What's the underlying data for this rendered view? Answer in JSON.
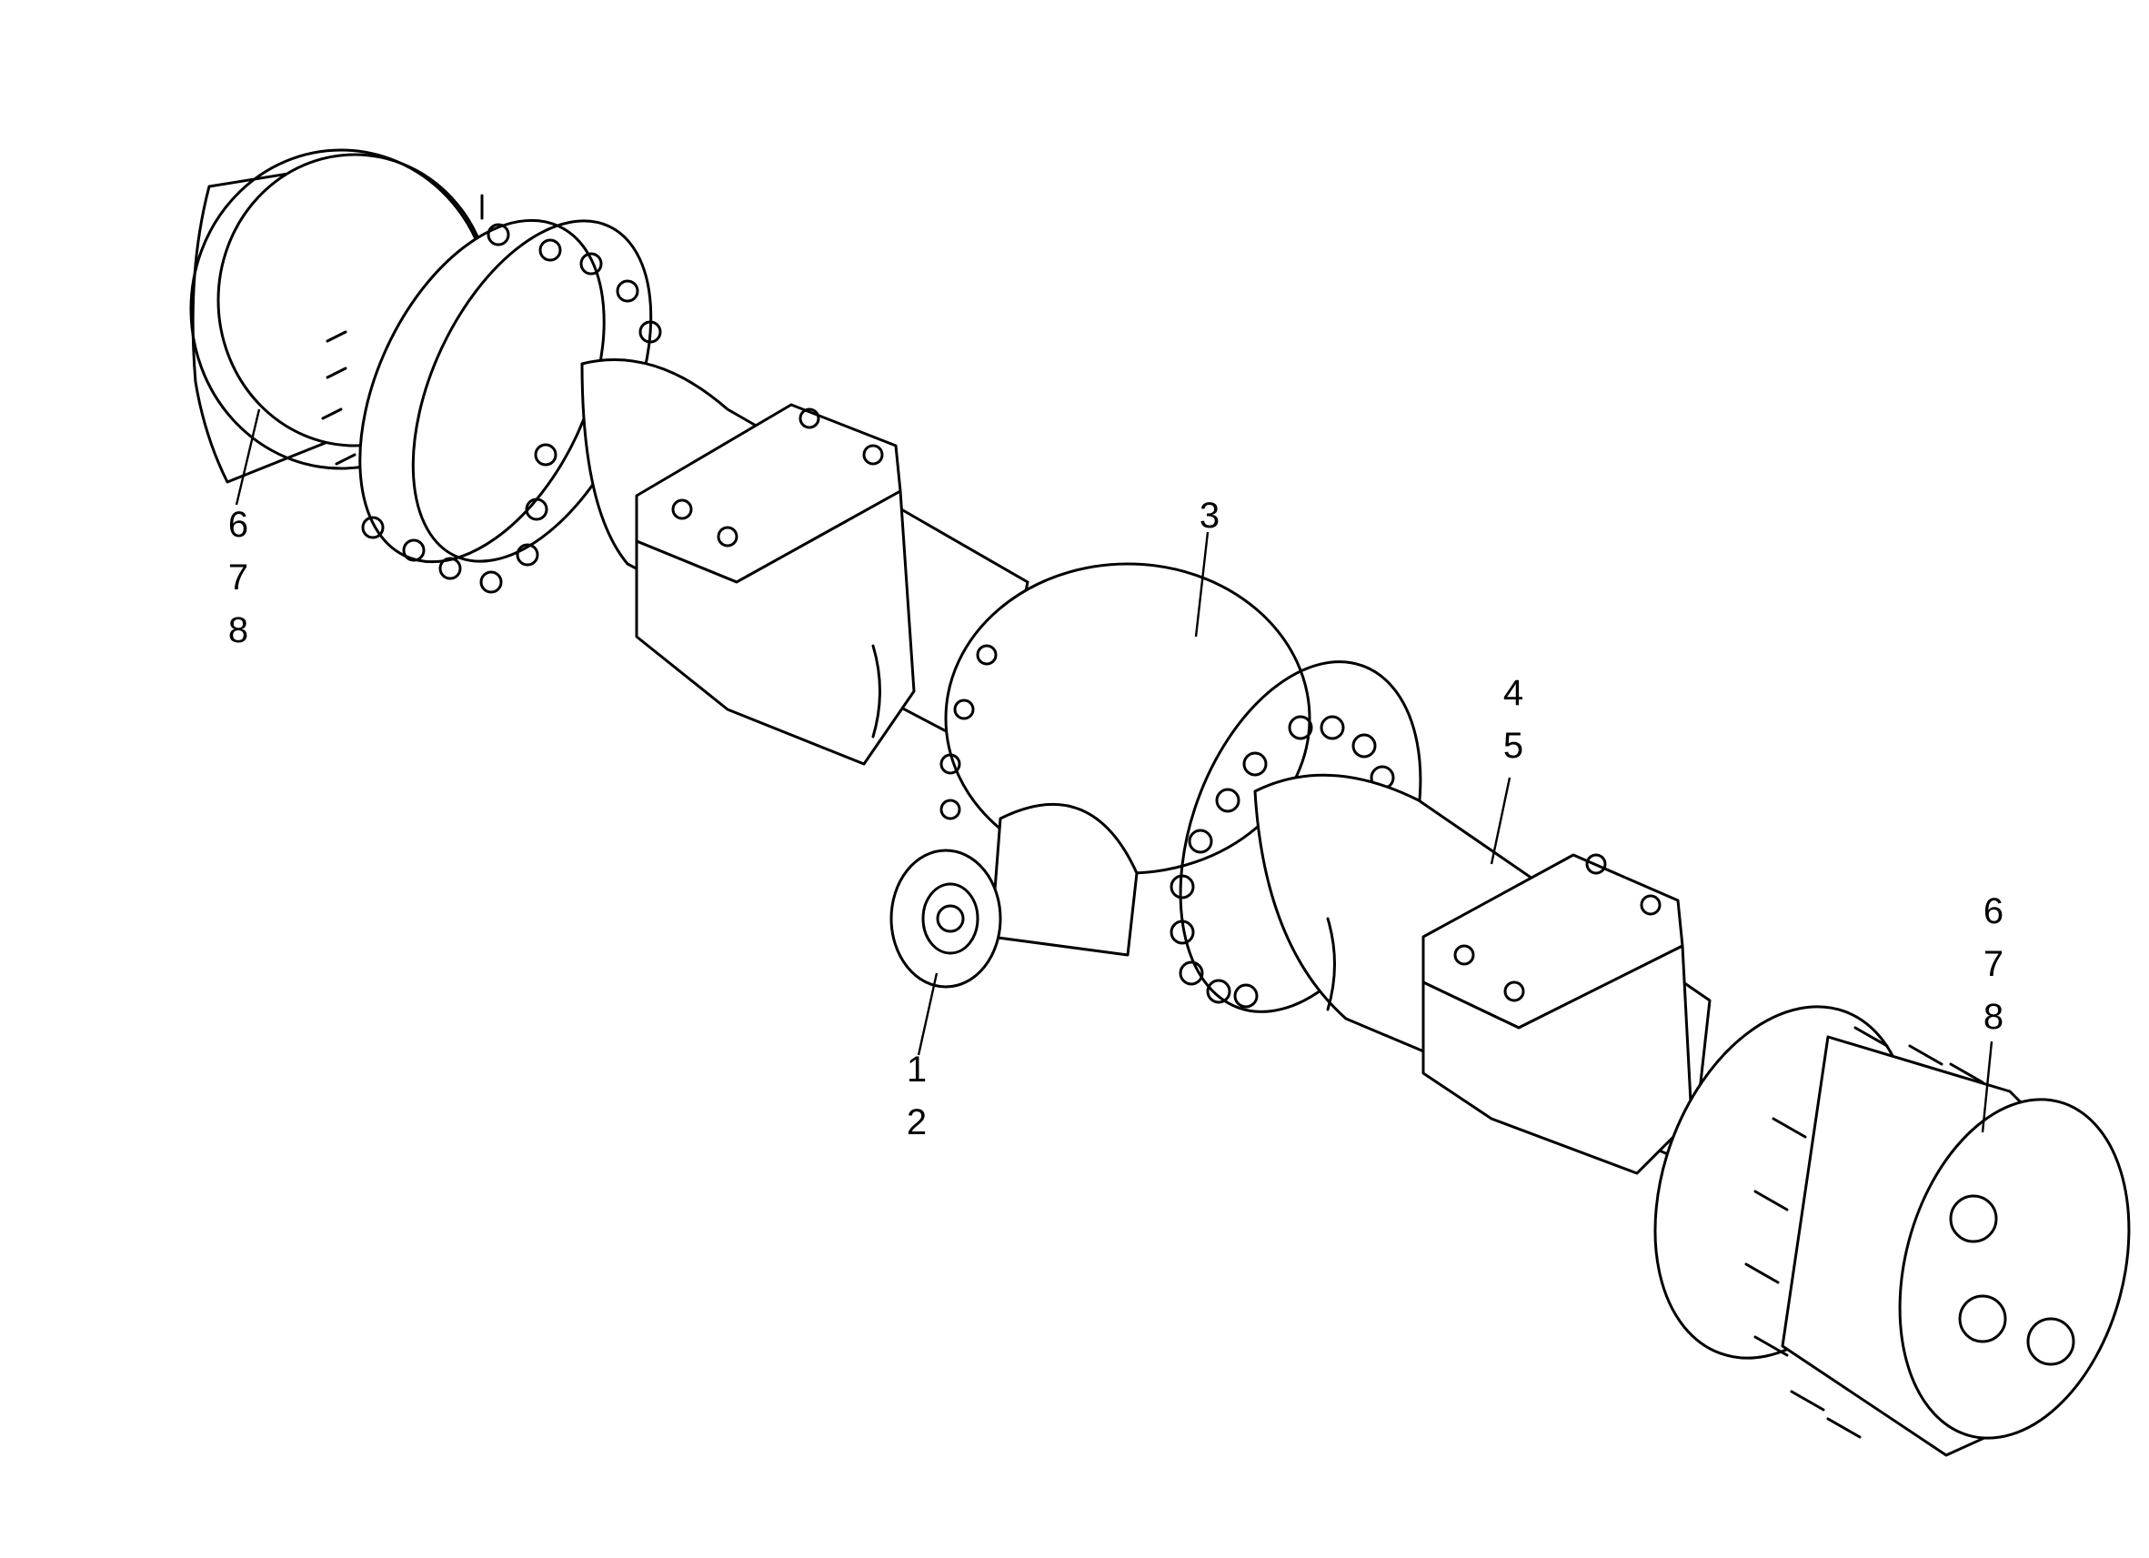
{
  "callouts": {
    "left_hub": {
      "lines": [
        "6",
        "7",
        "8"
      ]
    },
    "pinion_flange": {
      "lines": [
        "1",
        "2"
      ]
    },
    "differential": {
      "lines": [
        "3"
      ]
    },
    "right_housing": {
      "lines": [
        "4",
        "5"
      ]
    },
    "right_hub": {
      "lines": [
        "6",
        "7",
        "8"
      ]
    }
  }
}
